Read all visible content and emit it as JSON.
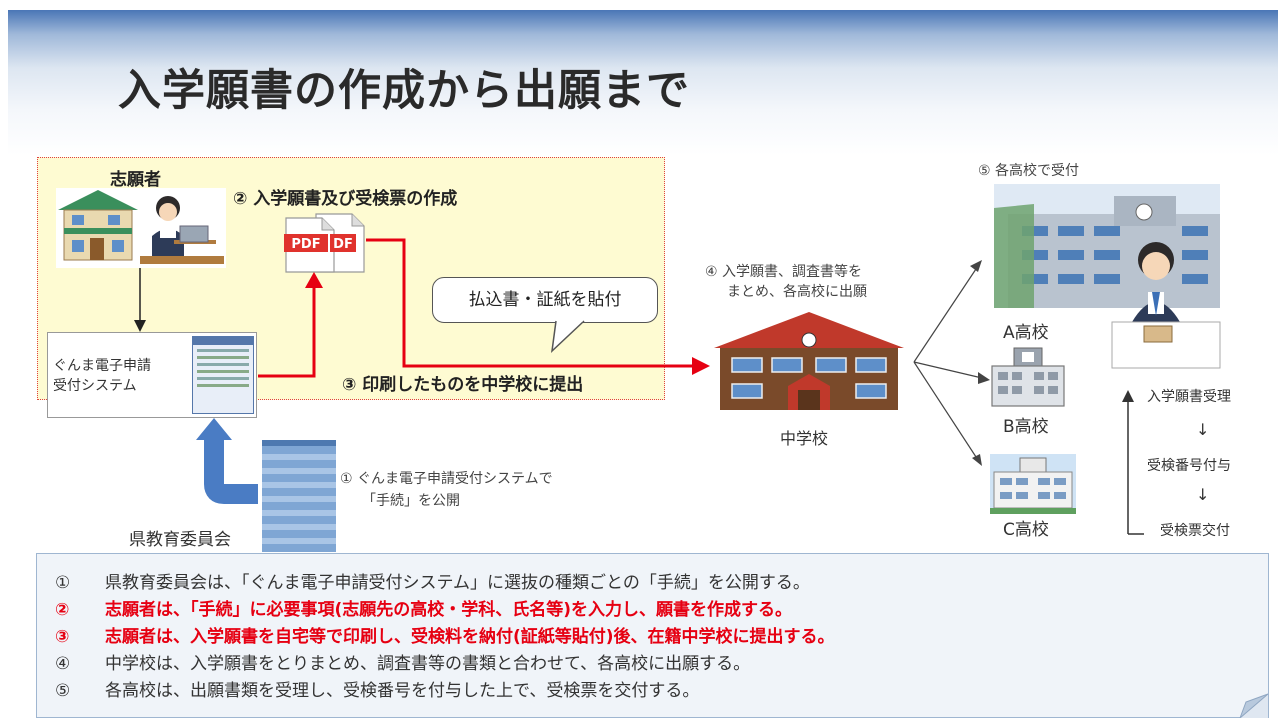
{
  "title": "入学願書の作成から出願まで",
  "diagram": {
    "applicant": "志願者",
    "step2": "② 入学願書及び受検票の作成",
    "pdf_icon_1": "PDF",
    "pdf_icon_2": "DF",
    "system_line1": "ぐんま電子申請",
    "system_line2": "受付システム",
    "bubble": "払込書・証紙を貼付",
    "step3": "③ 印刷したものを中学校に提出",
    "step1_line1": "① ぐんま電子申請受付システムで",
    "step1_line2": "「手続」を公開",
    "board": "県教育委員会",
    "step4_line1": "④ 入学願書、調査書等を",
    "step4_line2": "まとめ、各高校に出願",
    "junior_high": "中学校",
    "step5": "⑤ 各高校で受付",
    "school_a": "A高校",
    "school_b": "B高校",
    "school_c": "C高校",
    "flow": [
      "入学願書受理",
      "受検番号付与",
      "受検票交付"
    ],
    "flow_arrow": "↓"
  },
  "steps": [
    {
      "num": "①",
      "text": "県教育委員会は、「ぐんま電子申請受付システム」に選抜の種類ごとの「手続」を公開する。",
      "highlight": false
    },
    {
      "num": "②",
      "text": "志願者は、「手続」に必要事項(志願先の高校・学科、氏名等)を入力し、願書を作成する。",
      "highlight": true
    },
    {
      "num": "③",
      "text": "志願者は、入学願書を自宅等で印刷し、受検料を納付(証紙等貼付)後、在籍中学校に提出する。",
      "highlight": true
    },
    {
      "num": "④",
      "text": "中学校は、入学願書をとりまとめ、調査書等の書類と合わせて、各高校に出願する。",
      "highlight": false
    },
    {
      "num": "⑤",
      "text": "各高校は、出願書類を受理し、受検番号を付与した上で、受検票を交付する。",
      "highlight": false
    }
  ],
  "colors": {
    "header_blue": "#4a76b6",
    "applicant_bg": "#fefbd2",
    "red_arrow": "#e60012",
    "blue_arrow": "#4a7cc4",
    "highlight_text": "#e60012"
  }
}
